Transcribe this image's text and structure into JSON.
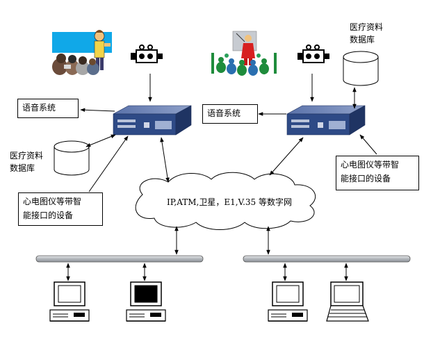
{
  "labels": {
    "voice_left": "语音系统",
    "voice_right": "语音系统",
    "db_left_line1": "医疗资料",
    "db_left_line2": "数据库",
    "db_right_line1": "医疗资料",
    "db_right_line2": "数据库",
    "ecg_left_line1": "心电图仪等带智",
    "ecg_left_line2": "能接口的设备",
    "ecg_right_line1": "心电图仪等带智",
    "ecg_right_line2": "能接口的设备",
    "network": "IP,ATM,卫星，E1,V.35 等数字网"
  },
  "colors": {
    "server": "#2e4a86",
    "bus": "#b8bcc2",
    "line": "#000000",
    "screen_blue": "#1a33b8"
  },
  "icons": [
    "meeting-people-icon",
    "presenter-audience-icon",
    "video-camera-icon",
    "server-icon",
    "database-icon",
    "desktop-computer-icon",
    "laptop-icon"
  ]
}
